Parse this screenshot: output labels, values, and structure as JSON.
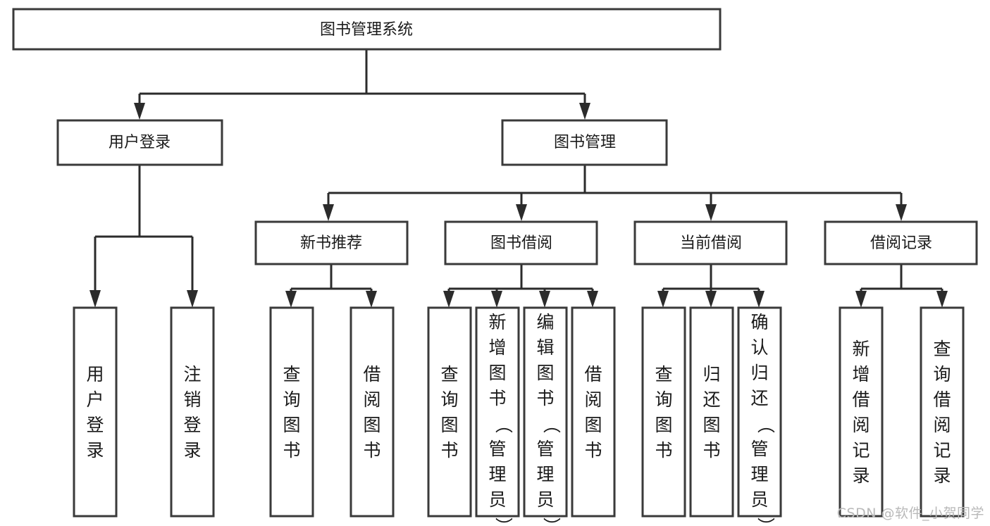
{
  "diagram": {
    "type": "tree-hierarchy",
    "title": "图书管理系统",
    "watermark": "CSDN @软件_小贺同学",
    "colors": {
      "box_stroke": "#3a3a3a",
      "line": "#2b2b2b",
      "text": "#1a1a1a",
      "background": "#ffffff",
      "watermark": "#b9b9b9"
    },
    "root": {
      "label": "图书管理系统"
    },
    "level2": [
      {
        "label": "用户登录"
      },
      {
        "label": "图书管理"
      }
    ],
    "level3": [
      {
        "label": "新书推荐"
      },
      {
        "label": "图书借阅"
      },
      {
        "label": "当前借阅"
      },
      {
        "label": "借阅记录"
      }
    ],
    "leaves": {
      "user_login": [
        "用户登录",
        "注销登录"
      ],
      "new_book_recommend": [
        "查询图书",
        "借阅图书"
      ],
      "book_borrow": [
        "查询图书",
        "新增图书（管理员）",
        "编辑图书（管理员）",
        "借阅图书"
      ],
      "current_borrow": [
        "查询图书",
        "归还图书",
        "确认归还（管理员）"
      ],
      "borrow_record": [
        "新增借阅记录",
        "查询借阅记录"
      ]
    }
  }
}
